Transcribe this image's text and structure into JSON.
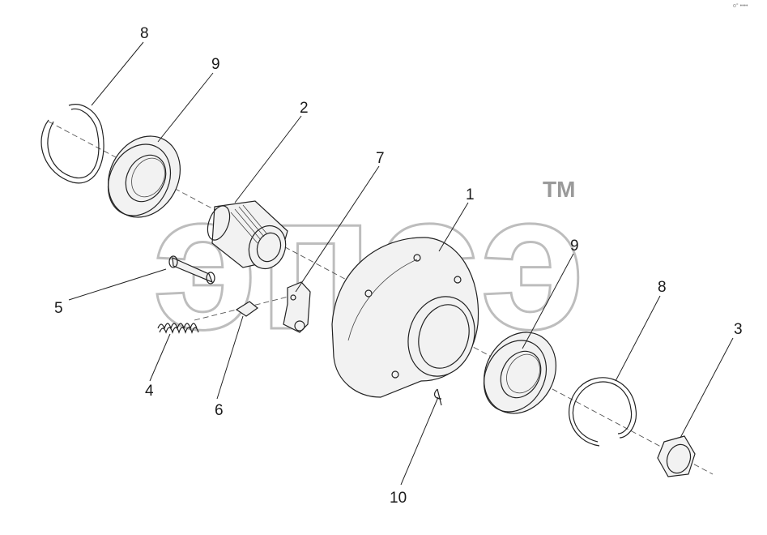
{
  "watermark": {
    "text": "эпсэ",
    "trademark": "TM"
  },
  "corner_mark": "o° ••••",
  "callouts": [
    "8",
    "9",
    "2",
    "7",
    "1",
    "9",
    "8",
    "3",
    "5",
    "4",
    "6",
    "10"
  ]
}
